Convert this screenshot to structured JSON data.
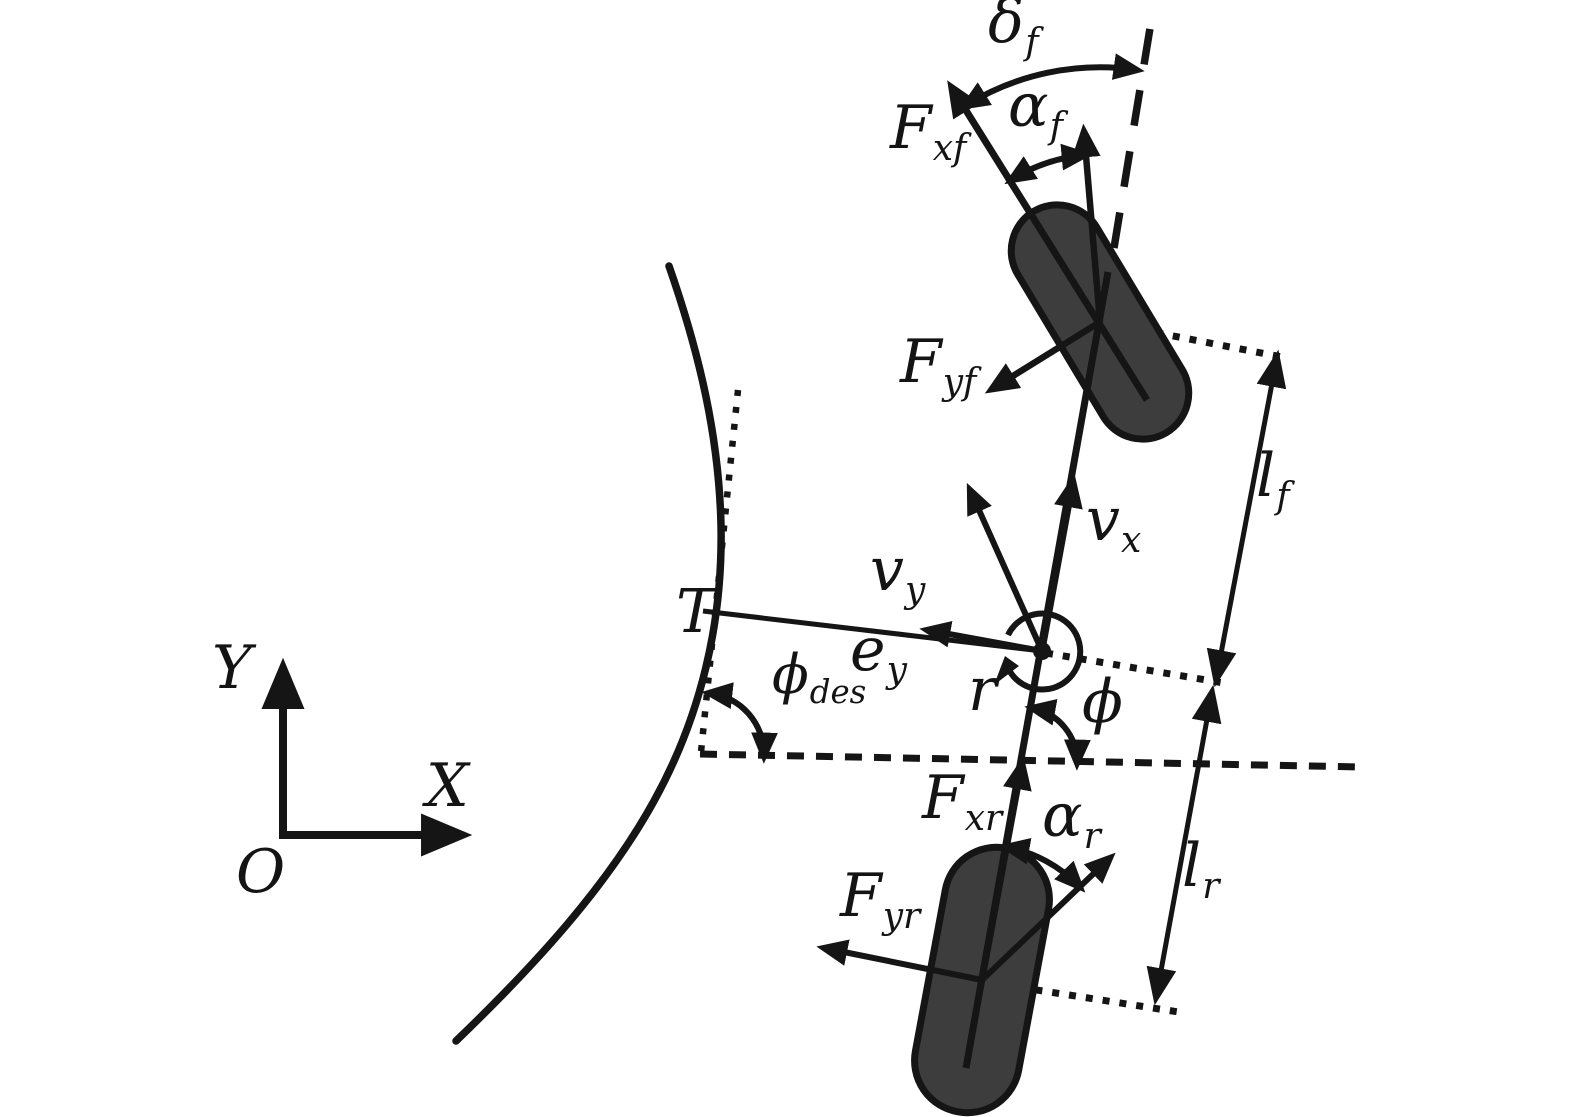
{
  "figure": {
    "title": "Bicycle model of vehicle path-tracking dynamics",
    "colors": {
      "ink": "#151515",
      "wheel_fill": "#3d3d3d",
      "background": "#ffffff"
    }
  },
  "labels": {
    "steer_angle": {
      "main": "δ",
      "sub": "f"
    },
    "front_long_force": {
      "main": "F",
      "sub": "xf"
    },
    "front_slip_angle": {
      "main": "α",
      "sub": "f"
    },
    "front_lat_force": {
      "main": "F",
      "sub": "yf"
    },
    "long_velocity": {
      "main": "v",
      "sub": "x"
    },
    "lat_velocity": {
      "main": "v",
      "sub": "y"
    },
    "lateral_error": {
      "main": "e",
      "sub": "y"
    },
    "tangent_point": {
      "main": "T",
      "sub": ""
    },
    "desired_heading": {
      "main": "ϕ",
      "sub": "des"
    },
    "yaw_rate": {
      "main": "r",
      "sub": ""
    },
    "heading": {
      "main": "ϕ",
      "sub": ""
    },
    "rear_long_force": {
      "main": "F",
      "sub": "xr"
    },
    "rear_slip_angle": {
      "main": "α",
      "sub": "r"
    },
    "rear_lat_force": {
      "main": "F",
      "sub": "yr"
    },
    "front_axle_dist": {
      "main": "l",
      "sub": "f"
    },
    "rear_axle_dist": {
      "main": "l",
      "sub": "r"
    },
    "axis_y": {
      "main": "Y",
      "sub": ""
    },
    "axis_x": {
      "main": "X",
      "sub": ""
    },
    "origin": {
      "main": "O",
      "sub": ""
    }
  }
}
